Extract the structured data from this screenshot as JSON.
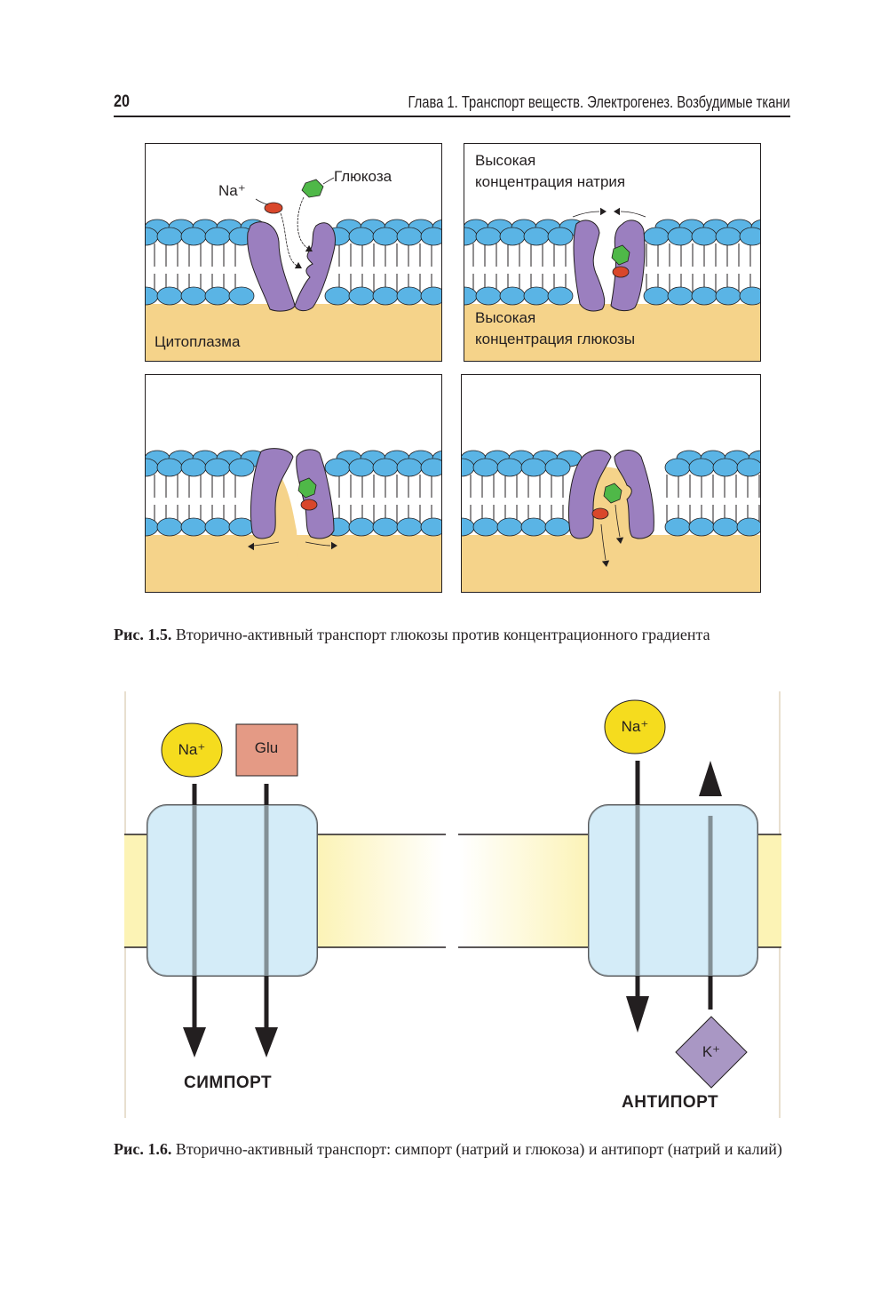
{
  "header": {
    "page_number": "20",
    "running_title": "Глава 1. Транспорт веществ. Электрогенез. Возбудимые ткани"
  },
  "figure_1_5": {
    "panels": [
      {
        "id": "a",
        "labels": {
          "na": "Na⁺",
          "glucose": "Глюкоза",
          "cytoplasm": "Цитоплазма"
        }
      },
      {
        "id": "b",
        "labels": {
          "top_line1": "Высокая",
          "top_line2": "концентрация натрия",
          "bottom_line1": "Высокая",
          "bottom_line2": "концентрация глюкозы"
        }
      },
      {
        "id": "c",
        "labels": {}
      },
      {
        "id": "d",
        "labels": {}
      }
    ],
    "caption_label": "Рис. 1.5.",
    "caption_text": " Вторично-активный транспорт глюкозы против концентрационного градиента"
  },
  "figure_1_6": {
    "symport": {
      "ion1": "Na⁺",
      "ion2": "Glu",
      "label": "СИМПОРТ"
    },
    "antiport": {
      "ion1": "Na⁺",
      "ion2": "K⁺",
      "label": "АНТИПОРТ"
    },
    "caption_label": "Рис. 1.6.",
    "caption_text": " Вторично-активный транспорт: симпорт (натрий и глюкоза) и антипорт (натрий и калий)"
  },
  "colors": {
    "lipid_head": "#5ab4e5",
    "protein": "#9b7fbf",
    "cytoplasm": "#f5d38a",
    "sodium": "#d9472b",
    "glucose": "#4fb848",
    "membrane_band": "#fcf3b5",
    "transporter": "#d4ecf8",
    "na_ion": "#f5dc1e",
    "glu_box": "#e49a85",
    "k_ion": "#a997c4"
  }
}
